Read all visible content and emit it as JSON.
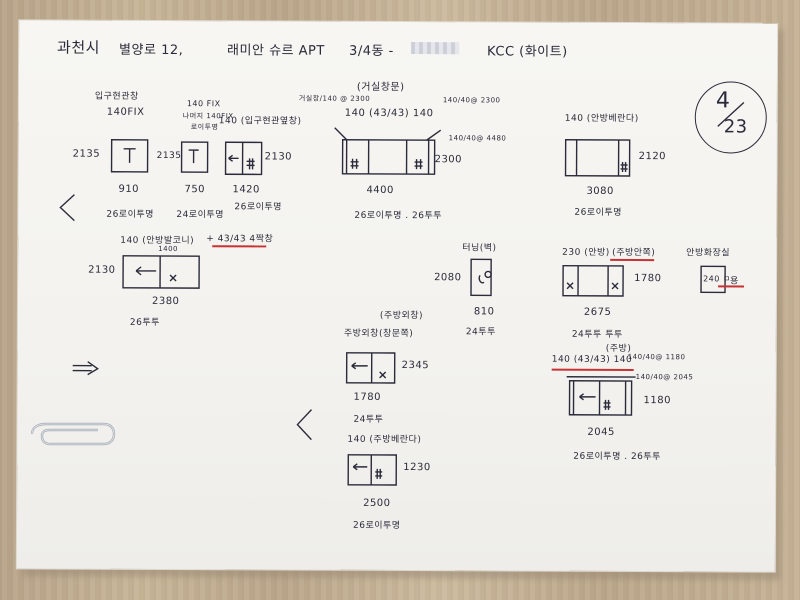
{
  "header": {
    "city": "과천시",
    "address": "별양로 12,",
    "apartment": "래미안 슈르 APT",
    "unit": "3/4동 -",
    "brand": "KCC (화이트)"
  },
  "page_badge": {
    "numerator": "4",
    "denominator": "23"
  },
  "windows": {
    "w1": {
      "label": "입구현관창",
      "spec": "140FIX",
      "height": "2135",
      "width": "910",
      "finish": "26로이투명"
    },
    "w2": {
      "label": "140 FIX",
      "sub1": "나머지 140FIX",
      "sub2": "로이투명",
      "height": "2135",
      "width": "750",
      "finish": "24로이투명"
    },
    "w3": {
      "label": "140 (입구현관옆창)",
      "height": "2130",
      "width": "1420",
      "finish": "26로이투명"
    },
    "w4": {
      "title": "(거실창문)",
      "spec": "140 (43/43) 140",
      "note_left": "거실창/140 @ 2300",
      "note_right_top": "140/40@ 2300",
      "note_right_bottom": "140/40@ 4480",
      "height": "2300",
      "width": "4400",
      "finish": "26로이투명 . 26투투"
    },
    "w5": {
      "label": "140 (안방베란다)",
      "height": "2120",
      "width": "3080",
      "finish": "26로이투명"
    },
    "w6": {
      "label": "140 (안방발코니)",
      "label_red": "+ 43/43 4짝창",
      "top_width": "1400",
      "height": "2130",
      "width": "2380",
      "finish": "26투투"
    },
    "w7": {
      "label": "터닝(벽)",
      "height": "2080",
      "width": "810",
      "finish": "24투투"
    },
    "w8": {
      "label": "230 (안방)",
      "label_red": "(주방안쪽)",
      "height": "1780",
      "width": "2675",
      "finish": "24투투 투투"
    },
    "w9": {
      "label": "안방화장실",
      "value": "240 ㅁ",
      "unit": "용"
    },
    "w10": {
      "title": "(주방외창)",
      "label": "주방외창(창문쪽)",
      "height": "2345",
      "width": "1780",
      "finish": "24투투"
    },
    "w11": {
      "title": "(주방)",
      "label_red": "140 (43/43) 140",
      "note_top": "140/40@ 1180",
      "note_bottom": "140/40@ 2045",
      "height": "1180",
      "width": "2045",
      "finish": "26로이투명 . 26투투"
    },
    "w12": {
      "label": "140 (주방베란다)",
      "height": "1230",
      "width": "2500",
      "finish": "26로이투명"
    }
  }
}
